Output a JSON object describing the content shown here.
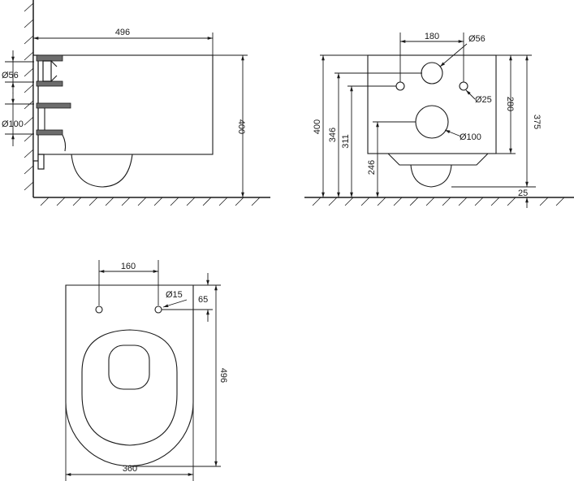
{
  "side_view": {
    "width_label": "496",
    "height_label": "400",
    "inlet_label": "Ø56",
    "outlet_label": "Ø100"
  },
  "front_view": {
    "spacing_label": "180",
    "inlet_label": "Ø56",
    "small_hole_label": "Ø25",
    "outlet_label": "Ø100",
    "outlet_height_label": "280",
    "total_height_label": "375",
    "floor_gap_label": "25",
    "left_dims": [
      "400",
      "346",
      "311",
      "246"
    ]
  },
  "top_view": {
    "bolt_spacing_label": "160",
    "bolt_label": "Ø15",
    "bolt_offset_label": "65",
    "depth_label": "496",
    "width_label": "360"
  }
}
